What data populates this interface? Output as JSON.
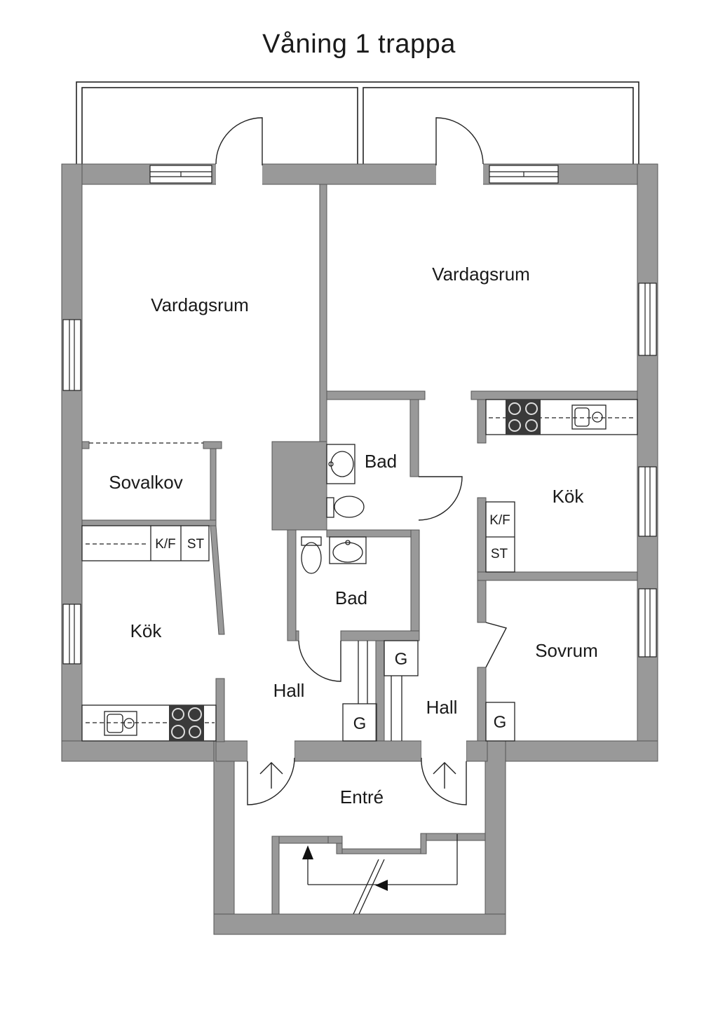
{
  "title": "Våning 1 trappa",
  "colors": {
    "wall": "#999999",
    "line": "#222222",
    "background": "#ffffff",
    "stove": "#3a3a3a"
  },
  "rooms": {
    "vardagsrum_left": "Vardagsrum",
    "vardagsrum_right": "Vardagsrum",
    "sovalkov": "Sovalkov",
    "kok_left": "Kök",
    "kok_right": "Kök",
    "bad_upper": "Bad",
    "bad_lower": "Bad",
    "hall_left": "Hall",
    "hall_right": "Hall",
    "sovrum": "Sovrum",
    "entre": "Entré"
  },
  "fixtures": {
    "kf_left": "K/F",
    "st_left": "ST",
    "kf_right": "K/F",
    "st_right": "ST",
    "g_hall_left": "G",
    "g_hall_top": "G",
    "g_sovrum": "G"
  }
}
